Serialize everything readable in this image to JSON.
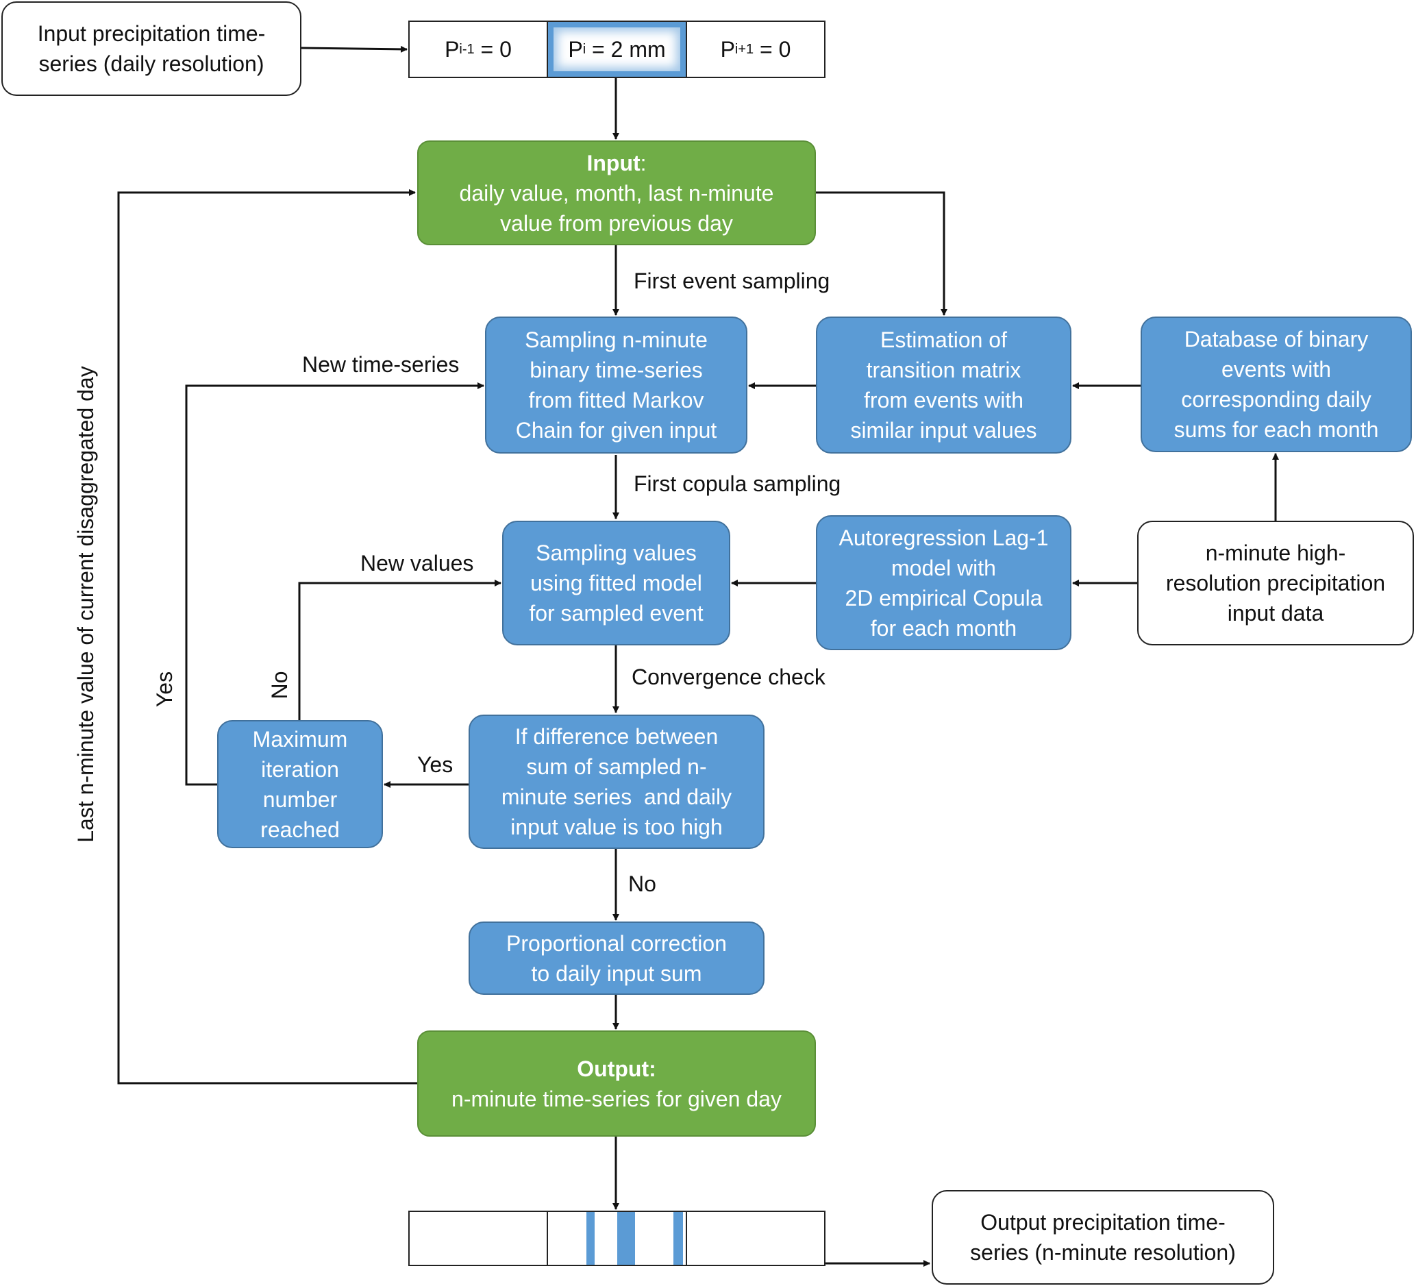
{
  "input_series_box": {
    "line1": "Input precipitation time-",
    "line2": "series (daily resolution)"
  },
  "input_cells": [
    {
      "p": "P",
      "sub": "i-1",
      "rest": " = 0"
    },
    {
      "p": "P",
      "sub": "i",
      "rest": " = 2 mm"
    },
    {
      "p": "P",
      "sub": "i+1",
      "rest": " = 0"
    }
  ],
  "input_box": {
    "title": "Input",
    "colon": ":",
    "line1": "daily value, month, last n-minute",
    "line2": "value from previous day"
  },
  "labels": {
    "first_event_sampling": "First event sampling",
    "new_time_series": "New time-series",
    "first_copula_sampling": "First copula sampling",
    "new_values": "New values",
    "convergence_check": "Convergence check",
    "yes_convergence": "Yes",
    "no_convergence": "No",
    "yes_left": "Yes",
    "no_left": "No",
    "feedback": "Last n-minute value of current disaggregated day"
  },
  "sampling_box": {
    "lines": [
      "Sampling n-minute",
      "binary time-series",
      "from fitted Markov",
      "Chain for given input"
    ]
  },
  "estimation_box": {
    "lines": [
      "Estimation of",
      "transition matrix",
      "from events with",
      "similar input values"
    ]
  },
  "database_box": {
    "lines": [
      "Database of binary",
      "events with",
      "corresponding daily",
      "sums for each month"
    ]
  },
  "values_box": {
    "lines": [
      "Sampling values",
      "using fitted model",
      "for sampled event"
    ]
  },
  "autoreg_box": {
    "lines": [
      "Autoregression Lag-1",
      "model with",
      "2D empirical Copula",
      "for each month"
    ]
  },
  "highres_box": {
    "lines": [
      "n-minute high-",
      "resolution precipitation",
      "input data"
    ]
  },
  "maxiter_box": {
    "lines": [
      "Maximum",
      "iteration",
      "number",
      "reached"
    ]
  },
  "difference_box": {
    "lines": [
      "If difference between",
      "sum of sampled n-",
      "minute series  and daily",
      "input value is too high"
    ]
  },
  "correction_box": {
    "lines": [
      "Proportional correction",
      "to daily input sum"
    ]
  },
  "output_box": {
    "title": "Output:",
    "line1": "n-minute time-series for given day"
  },
  "output_series_box": {
    "line1": "Output precipitation time-",
    "line2": "series (n-minute resolution)"
  },
  "colors": {
    "blue": "#5b9bd5",
    "green": "#70ad47",
    "line": "#111111"
  }
}
